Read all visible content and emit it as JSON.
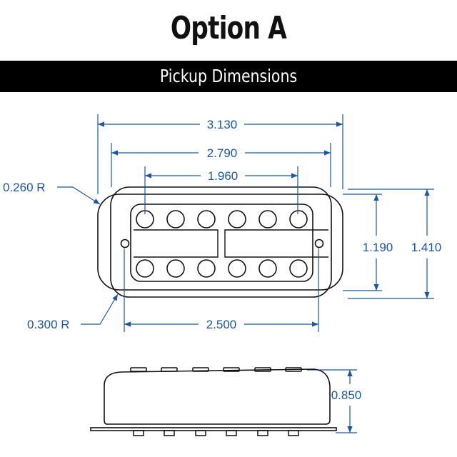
{
  "title": "Option A",
  "subtitle": "Pickup Dimensions",
  "colors": {
    "dimension": "#1a56a8",
    "outline": "#111111",
    "banner": "#000000"
  },
  "dimensions": {
    "overall_width": "3.130",
    "body_width": "2.790",
    "pole_span": "1.960",
    "mount_span": "2.500",
    "corner_radius_outer": "0.260 R",
    "corner_radius_inner": "0.300 R",
    "inner_height": "1.190",
    "overall_height": "1.410",
    "side_height": "0.850"
  }
}
